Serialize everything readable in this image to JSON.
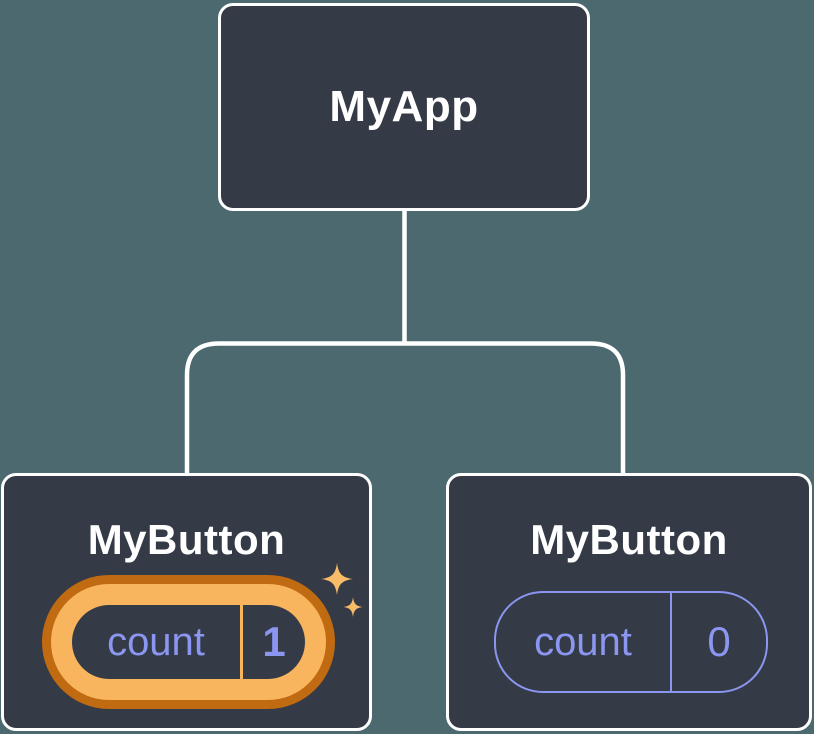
{
  "colors": {
    "background": "#4d6970",
    "node_background": "#343a46",
    "node_border": "#ffffff",
    "title_text": "#ffffff",
    "state_purple": "#8b96f0",
    "highlight_orange_dark": "#c06a12",
    "highlight_orange_light": "#f9b45e",
    "sparkle_gold": "#f8bc68"
  },
  "diagram": {
    "root": {
      "label": "MyApp"
    },
    "children": [
      {
        "label": "MyButton",
        "state_name": "count",
        "state_value": "1",
        "highlighted": true
      },
      {
        "label": "MyButton",
        "state_name": "count",
        "state_value": "0",
        "highlighted": false
      }
    ]
  }
}
